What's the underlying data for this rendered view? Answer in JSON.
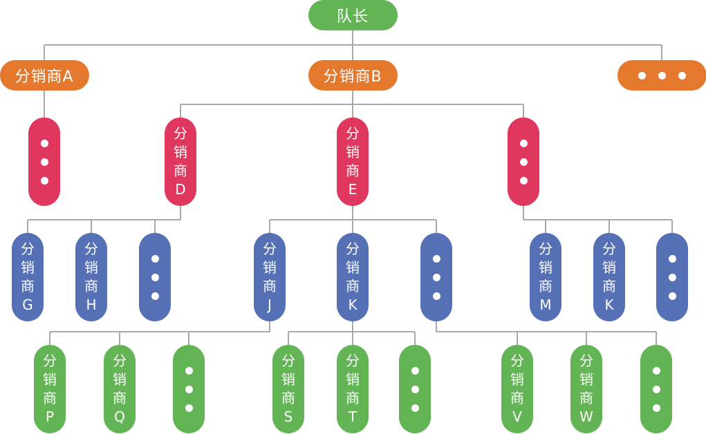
{
  "colors": {
    "root": "#62b454",
    "level1": "#e4782c",
    "level2": "#e0375f",
    "level3": "#5570b5",
    "level4": "#62b454",
    "connector": "#a8a8a8"
  },
  "tree": {
    "root": {
      "label": "队长"
    },
    "level1": [
      {
        "id": "A",
        "label": "分销商A",
        "ellipsis": false
      },
      {
        "id": "B",
        "label": "分销商B",
        "ellipsis": false
      },
      {
        "id": "L1more",
        "label": "",
        "ellipsis": true
      }
    ],
    "level2": [
      {
        "id": "A-more",
        "parent": "A",
        "chars": [],
        "ellipsis": true
      },
      {
        "id": "D",
        "parent": "B",
        "chars": [
          "分",
          "销",
          "商",
          "D"
        ],
        "ellipsis": false
      },
      {
        "id": "E",
        "parent": "B",
        "chars": [
          "分",
          "销",
          "商",
          "E"
        ],
        "ellipsis": false
      },
      {
        "id": "B-more",
        "parent": "B",
        "chars": [],
        "ellipsis": true
      }
    ],
    "level3": [
      {
        "id": "G",
        "parent": "D",
        "chars": [
          "分",
          "销",
          "商",
          "G"
        ],
        "ellipsis": false
      },
      {
        "id": "H",
        "parent": "D",
        "chars": [
          "分",
          "销",
          "商",
          "H"
        ],
        "ellipsis": false
      },
      {
        "id": "D-more",
        "parent": "D",
        "chars": [],
        "ellipsis": true
      },
      {
        "id": "J",
        "parent": "E",
        "chars": [
          "分",
          "销",
          "商",
          "J"
        ],
        "ellipsis": false
      },
      {
        "id": "K",
        "parent": "E",
        "chars": [
          "分",
          "销",
          "商",
          "K"
        ],
        "ellipsis": false
      },
      {
        "id": "E-more",
        "parent": "E",
        "chars": [],
        "ellipsis": true
      },
      {
        "id": "M",
        "parent": "B-more",
        "chars": [
          "分",
          "销",
          "商",
          "M"
        ],
        "ellipsis": false
      },
      {
        "id": "K2",
        "parent": "B-more",
        "chars": [
          "分",
          "销",
          "商",
          "K"
        ],
        "ellipsis": false
      },
      {
        "id": "Bm-more",
        "parent": "B-more",
        "chars": [],
        "ellipsis": true
      }
    ],
    "level4": [
      {
        "id": "P",
        "parent": "J",
        "chars": [
          "分",
          "销",
          "商",
          "P"
        ],
        "ellipsis": false
      },
      {
        "id": "Q",
        "parent": "J",
        "chars": [
          "分",
          "销",
          "商",
          "Q"
        ],
        "ellipsis": false
      },
      {
        "id": "J-more",
        "parent": "J",
        "chars": [],
        "ellipsis": true
      },
      {
        "id": "S",
        "parent": "K",
        "chars": [
          "分",
          "销",
          "商",
          "S"
        ],
        "ellipsis": false
      },
      {
        "id": "T",
        "parent": "K",
        "chars": [
          "分",
          "销",
          "商",
          "T"
        ],
        "ellipsis": false
      },
      {
        "id": "K-more",
        "parent": "K",
        "chars": [],
        "ellipsis": true
      },
      {
        "id": "V",
        "parent": "E-more",
        "chars": [
          "分",
          "销",
          "商",
          "V"
        ],
        "ellipsis": false
      },
      {
        "id": "W",
        "parent": "E-more",
        "chars": [
          "分",
          "销",
          "商",
          "W"
        ],
        "ellipsis": false
      },
      {
        "id": "Em-more",
        "parent": "E-more",
        "chars": [],
        "ellipsis": true
      }
    ]
  }
}
